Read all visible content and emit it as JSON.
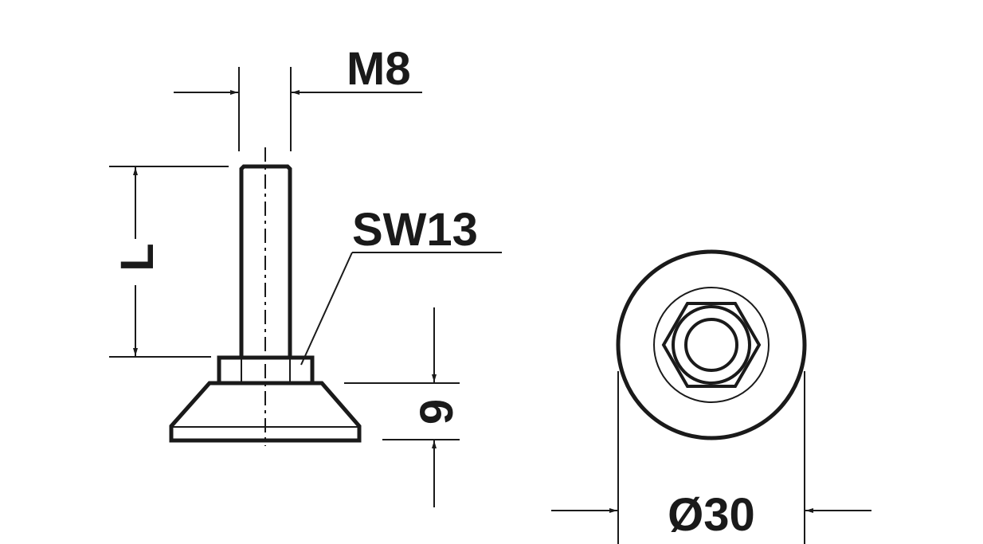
{
  "labels": {
    "thread": "M8",
    "wrench_size": "SW13",
    "length": "L",
    "base_height": "9",
    "diameter": "Ø30"
  },
  "colors": {
    "line": "#1a1a1a",
    "background": "#ffffff"
  }
}
